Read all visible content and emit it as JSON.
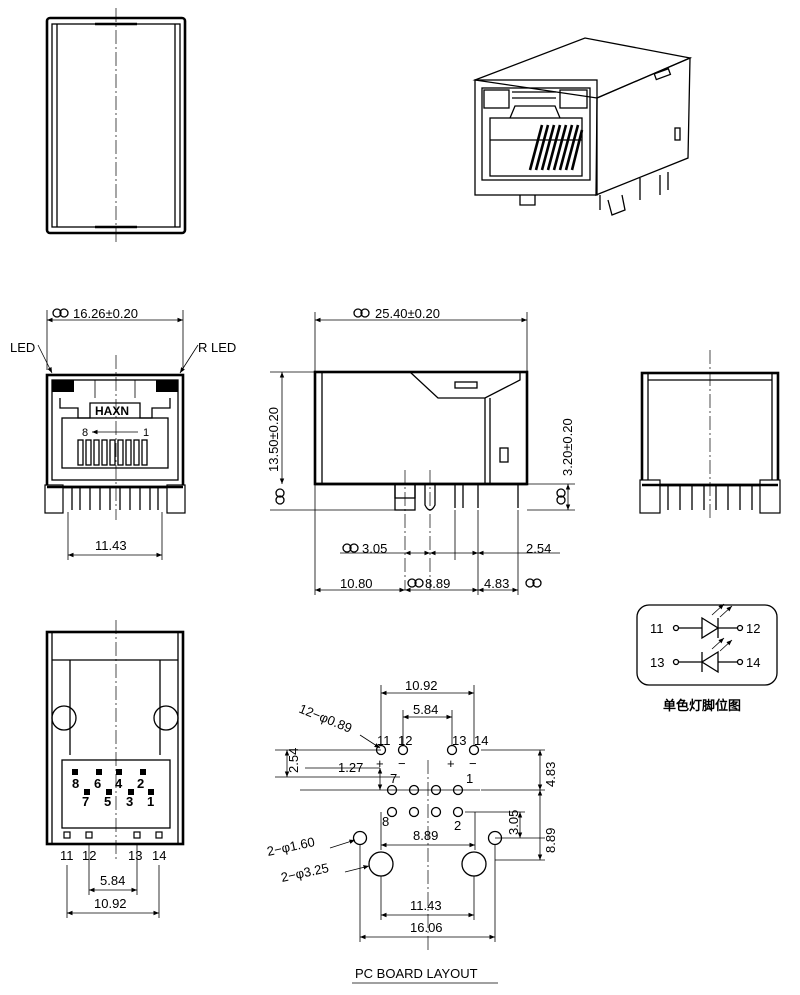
{
  "labels": {
    "led_left": "LED",
    "r_led": "R  LED",
    "brand": "HAXN",
    "pin_8": "8",
    "pin_1": "1",
    "pcb_title": "PC  BOARD  LAYOUT",
    "schematic_caption": "单色灯脚位图"
  },
  "front_view": {
    "width_dim": "16.26±0.20",
    "pitch_dim": "11.43"
  },
  "side_view": {
    "length_dim": "25.40±0.20",
    "height_dim": "13.50±0.20",
    "standoff_dim": "3.20±0.20",
    "dim_305": "3.05",
    "dim_254": "2.54",
    "dim_1080": "10.80",
    "dim_889": "8.89",
    "dim_483": "4.83"
  },
  "bottom_view": {
    "pins_top": [
      "8",
      "6",
      "4",
      "2"
    ],
    "pins_bottom": [
      "7",
      "5",
      "3",
      "1"
    ],
    "led_pins": [
      "11",
      "12",
      "13",
      "14"
    ],
    "dim_584": "5.84",
    "dim_1092": "10.92"
  },
  "pcb_layout": {
    "dim_1092": "10.92",
    "dim_584": "5.84",
    "hole_089": "12−φ0.89",
    "pin_11": "11",
    "pin_12": "12",
    "pin_13": "13",
    "pin_14": "14",
    "plus": "+",
    "minus": "−",
    "dim_254": "2.54",
    "dim_127": "1.27",
    "pin_7": "7",
    "pin_1": "1",
    "pin_8": "8",
    "pin_2": "2",
    "dim_483": "4.83",
    "dim_305": "3.05",
    "dim_889v": "8.89",
    "dim_889h": "8.89",
    "hole_160": "2−φ1.60",
    "hole_325": "2−φ3.25",
    "dim_1143": "11.43",
    "dim_1606": "16.06"
  },
  "schematic": {
    "pin_11": "11",
    "pin_12": "12",
    "pin_13": "13",
    "pin_14": "14"
  }
}
